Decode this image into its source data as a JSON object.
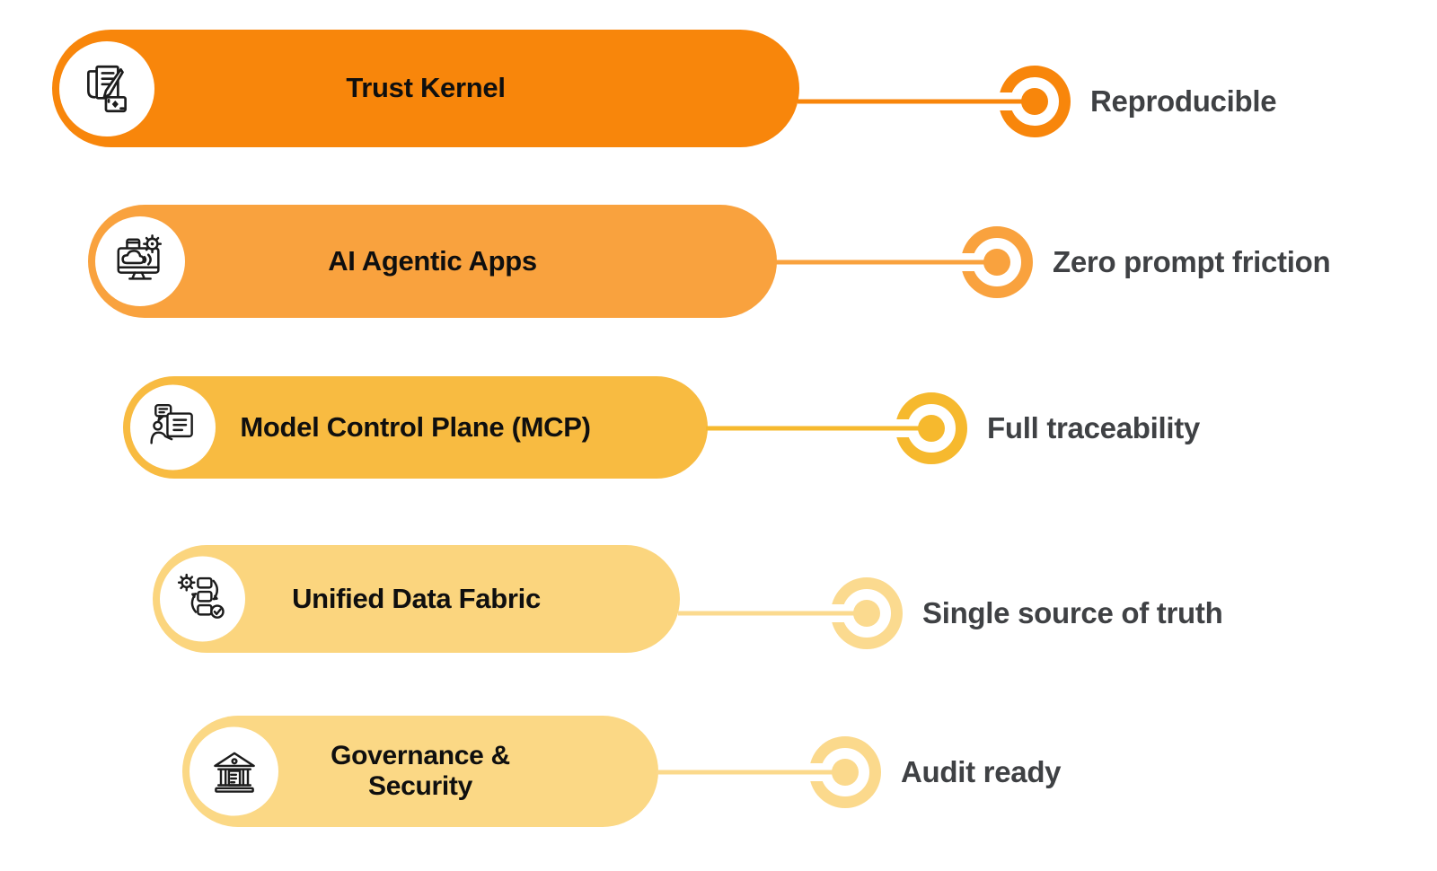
{
  "background": "#FFFFFF",
  "label_color": "#0F0F0F",
  "tag_color": "#3F4144",
  "rows": [
    {
      "label": "Trust Kernel",
      "tag": "Reproducible",
      "icon": "document-signature-icon",
      "pill_color": "#F8860B",
      "accent_color": "#F8860B"
    },
    {
      "label": "AI Agentic Apps",
      "tag": "Zero prompt friction",
      "icon": "ai-monitor-icon",
      "pill_color": "#F9A23E",
      "accent_color": "#F9A23E"
    },
    {
      "label": "Model Control Plane (MCP)",
      "tag": "Full traceability",
      "icon": "presenter-board-icon",
      "pill_color": "#F8BB41",
      "accent_color": "#F6B92E"
    },
    {
      "label": "Unified Data Fabric",
      "tag": "Single source of truth",
      "icon": "workflow-check-icon",
      "pill_color": "#FBD57E",
      "accent_color": "#FBDA8F"
    },
    {
      "label": "Governance & Security",
      "tag": "Audit ready",
      "icon": "bank-icon",
      "pill_color": "#FBD885",
      "accent_color": "#FBD98C"
    }
  ]
}
